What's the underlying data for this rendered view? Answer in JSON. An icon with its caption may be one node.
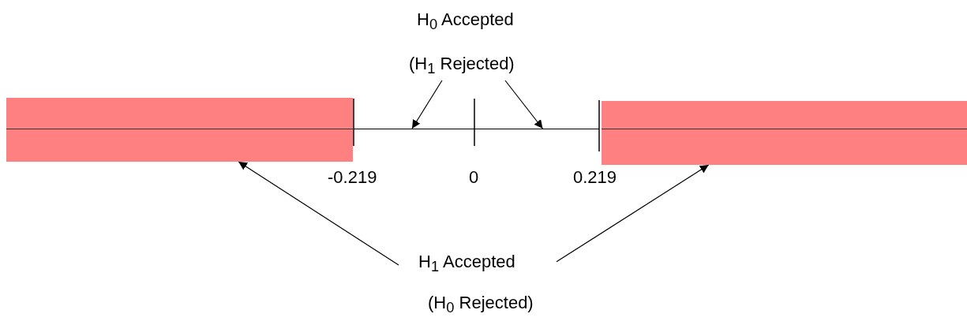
{
  "diagram": {
    "nodes": [
      {
        "text": [
          "H$_{0}$ Accepted",
          "(H$_{1}$ Rejected)"
        ]
      },
      {
        "text": [],
        "shape": "bar"
      },
      {
        "text": [],
        "shape": "line"
      },
      {
        "text": [],
        "shape": "bar"
      },
      {
        "text": [
          "H$_{1}$ Accepted",
          "(H$_{0}$ Rejected)"
        ]
      }
    ],
    "edges": [
      {
        "from": 0,
        "to": 2,
        "arrow": "to"
      },
      {
        "from": 0,
        "to": 2,
        "arrow": "to"
      },
      {
        "from": 4,
        "to": 1,
        "arrow": "to"
      },
      {
        "from": 4,
        "to": 3,
        "arrow": "to"
      }
    ],
    "labels": [
      "-0.219",
      "0",
      "0.219"
    ]
  }
}
